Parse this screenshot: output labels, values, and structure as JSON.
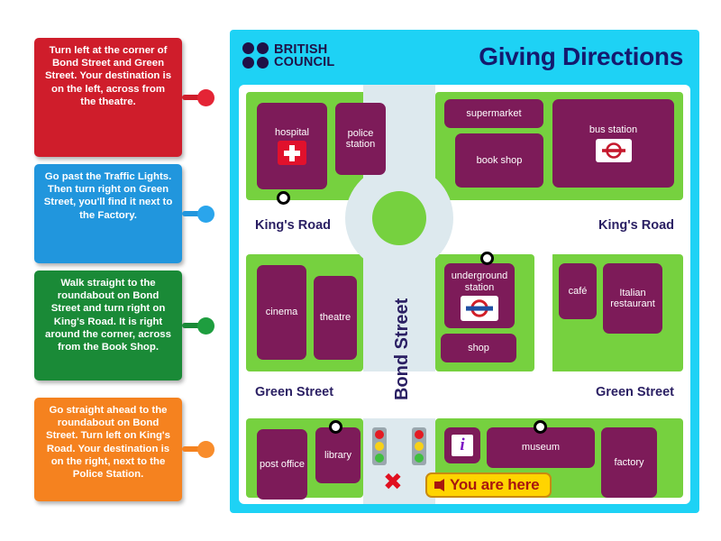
{
  "directions": {
    "cards": [
      {
        "id": "card-1",
        "color": "#cf1d2b",
        "segments": [
          {
            "text": "Turn left at ",
            "bold": false
          },
          {
            "text": "the corner of ",
            "bold": false
          },
          {
            "text": "Bond Street",
            "bold": true
          },
          {
            "text": " and ",
            "bold": false
          },
          {
            "text": "Green Street",
            "bold": true
          },
          {
            "text": ". Your destination is on the left, across from the theatre.",
            "bold": false
          }
        ],
        "plain": "Turn left at the corner of Bond Street and Green Street. Your destination is on the left, across from the theatre."
      },
      {
        "id": "card-2",
        "color": "#2196dd",
        "segments": [
          {
            "text": "Go past the ",
            "bold": false
          },
          {
            "text": "Traffic Lights",
            "bold": true
          },
          {
            "text": ". Then turn right on ",
            "bold": false
          },
          {
            "text": "Green Street",
            "bold": true
          },
          {
            "text": ", you'll find it next to the ",
            "bold": false
          },
          {
            "text": "Factory",
            "bold": true
          },
          {
            "text": ".",
            "bold": false
          }
        ],
        "plain": "Go past the Traffic Lights. Then turn right on Green Street, you'll find it next to the Factory."
      },
      {
        "id": "card-3",
        "color": "#1a8a37",
        "segments": [
          {
            "text": "Walk straight to the roundabout on ",
            "bold": false
          },
          {
            "text": "Bond Street",
            "bold": true
          },
          {
            "text": " and turn right on ",
            "bold": false
          },
          {
            "text": "King's Road",
            "bold": true
          },
          {
            "text": ". It is right around the corner, across from the ",
            "bold": false
          },
          {
            "text": "Book Shop",
            "bold": true
          },
          {
            "text": ".",
            "bold": false
          }
        ],
        "plain": "Walk straight to the roundabout on Bond Street and turn right on King's Road. It is right around the corner, across from the Book Shop."
      },
      {
        "id": "card-4",
        "color": "#f5821f",
        "segments": [
          {
            "text": "Go straight ahead to the roundabout on ",
            "bold": false
          },
          {
            "text": "Bond Street",
            "bold": true
          },
          {
            "text": ". Turn left on ",
            "bold": false
          },
          {
            "text": "King's Road",
            "bold": true
          },
          {
            "text": ". Your destination is on the right, next to the ",
            "bold": false
          },
          {
            "text": "Police Station",
            "bold": true
          },
          {
            "text": ".",
            "bold": false
          }
        ],
        "plain": "Go straight ahead to the roundabout on Bond Street. Turn left on King's Road. Your destination is on the right, next to the Police Station."
      }
    ]
  },
  "map": {
    "brand": {
      "line1": "BRITISH",
      "line2": "COUNCIL"
    },
    "title": "Giving Directions",
    "colors": {
      "panel_background": "#1ed2f5",
      "grass": "#76d13f",
      "building": "#7d1b59",
      "road_vertical": "#dde9ee",
      "road_horizontal": "#ffffff",
      "label_text": "#2a1f63",
      "banner": "#ffd400",
      "banner_text": "#a8160f"
    },
    "streets": [
      {
        "name": "King's Road",
        "side": "left"
      },
      {
        "name": "King's Road",
        "side": "right"
      },
      {
        "name": "Green Street",
        "side": "left"
      },
      {
        "name": "Green Street",
        "side": "right"
      },
      {
        "name": "Bond Street",
        "side": "vertical"
      }
    ],
    "buildings": [
      {
        "id": "hospital",
        "label": "hospital",
        "icon": "red-cross-icon"
      },
      {
        "id": "police-station",
        "label": "police station",
        "icon": null
      },
      {
        "id": "supermarket",
        "label": "supermarket",
        "icon": null
      },
      {
        "id": "book-shop",
        "label": "book shop",
        "icon": null
      },
      {
        "id": "bus-station",
        "label": "bus station",
        "icon": "bus-roundel-icon"
      },
      {
        "id": "cinema",
        "label": "cinema",
        "icon": null
      },
      {
        "id": "theatre",
        "label": "theatre",
        "icon": null
      },
      {
        "id": "underground-station",
        "label": "underground station",
        "icon": "underground-roundel-icon"
      },
      {
        "id": "shop",
        "label": "shop",
        "icon": null
      },
      {
        "id": "cafe",
        "label": "café",
        "icon": null
      },
      {
        "id": "italian-restaurant",
        "label": "Italian restaurant",
        "icon": null
      },
      {
        "id": "post-office",
        "label": "post office",
        "icon": null
      },
      {
        "id": "library",
        "label": "library",
        "icon": null
      },
      {
        "id": "tourist-information",
        "label": "",
        "icon": "information-i-icon"
      },
      {
        "id": "museum",
        "label": "museum",
        "icon": null
      },
      {
        "id": "factory",
        "label": "factory",
        "icon": null
      }
    ],
    "markers": {
      "count": 4,
      "note": "white circle destination markers"
    },
    "traffic_lights": {
      "count": 2,
      "lamps": [
        "red",
        "yellow",
        "green"
      ]
    },
    "you_are_here": {
      "label": "You are here",
      "arrow": "left-arrow-icon",
      "x_mark": "✖"
    }
  }
}
